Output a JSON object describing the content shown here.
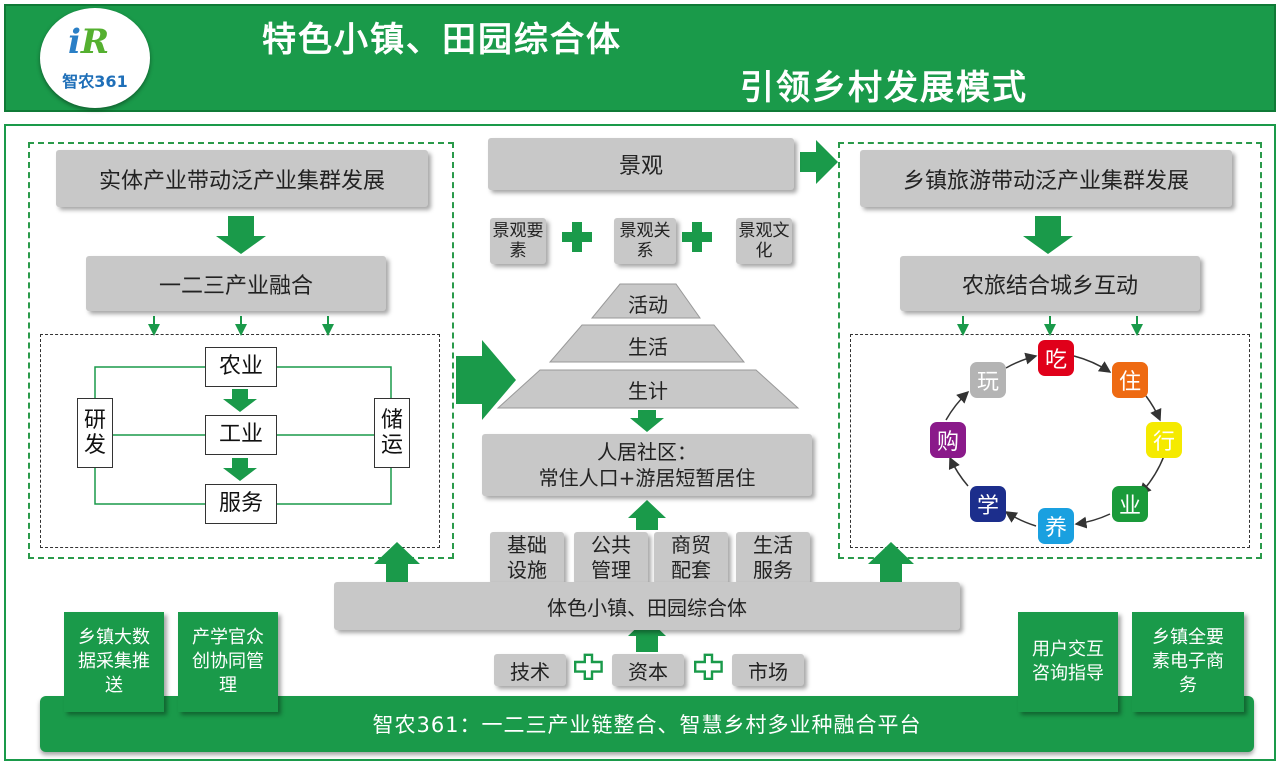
{
  "header": {
    "logo_text": "智农361",
    "title_line1": "特色小镇、田园综合体",
    "title_line2": "引领乡村发展模式"
  },
  "left": {
    "top": "实体产业带动泛产业集群发展",
    "mid": "一二三产业融合",
    "agri": "农业",
    "industry": "工业",
    "service": "服务",
    "rd": "研发",
    "storage": "储运"
  },
  "center": {
    "landscape": "景观",
    "elements": "景观要素",
    "relations": "景观关系",
    "culture": "景观文化",
    "pyr_top": "活动",
    "pyr_mid": "生活",
    "pyr_bot": "生计",
    "community_l1": "人居社区：",
    "community_l2": "常住人口+游居短暂居住",
    "infra": "基础设施",
    "public": "公共管理",
    "commerce": "商贸配套",
    "lifeserv": "生活服务",
    "town": "体色小镇、田园综合体",
    "tech": "技术",
    "capital": "资本",
    "market": "市场"
  },
  "right": {
    "top": "乡镇旅游带动泛产业集群发展",
    "mid": "农旅结合城乡互动",
    "cycle": [
      {
        "label": "吃",
        "color": "#e0001a"
      },
      {
        "label": "住",
        "color": "#ee6a12"
      },
      {
        "label": "行",
        "color": "#f5ea00"
      },
      {
        "label": "业",
        "color": "#1a9a3a"
      },
      {
        "label": "养",
        "color": "#1aa0e0"
      },
      {
        "label": "学",
        "color": "#1c2e8c"
      },
      {
        "label": "购",
        "color": "#8a1a8a"
      },
      {
        "label": "玩",
        "color": "#b4b4b4"
      }
    ]
  },
  "bottom": {
    "tile1": "乡镇大数据采集推送",
    "tile2": "产学官众创协同管理",
    "tile3": "用户交互咨询指导",
    "tile4": "乡镇全要素电子商务",
    "platform": "智农361：一二三产业链整合、智慧乡村多业种融合平台"
  },
  "colors": {
    "green": "#1a9a4a",
    "gray": "#c8c8c8"
  }
}
